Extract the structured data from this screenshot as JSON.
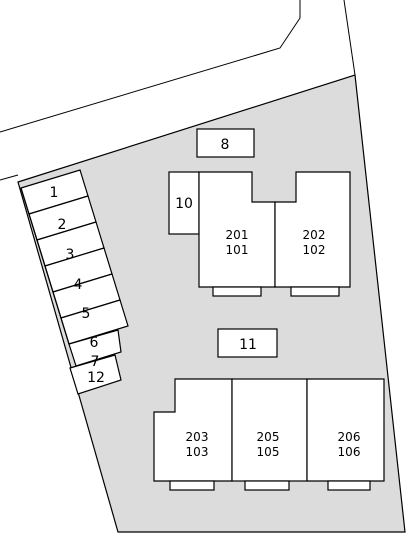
{
  "colors": {
    "lot": "#dcdcdc",
    "stroke": "#000000",
    "building": "#ffffff"
  },
  "parking": {
    "stall_1": "1",
    "stall_2": "2",
    "stall_3": "3",
    "stall_4": "4",
    "stall_5": "5",
    "stall_6": "6",
    "stall_7": "7",
    "stall_12": "12",
    "stall_8": "8",
    "stall_10": "10",
    "stall_11": "11"
  },
  "buildings": {
    "b1": {
      "upper": "201",
      "lower": "101"
    },
    "b2": {
      "upper": "202",
      "lower": "102"
    },
    "b3": {
      "upper": "203",
      "lower": "103"
    },
    "b4": {
      "upper": "205",
      "lower": "105"
    },
    "b5": {
      "upper": "206",
      "lower": "106"
    }
  }
}
